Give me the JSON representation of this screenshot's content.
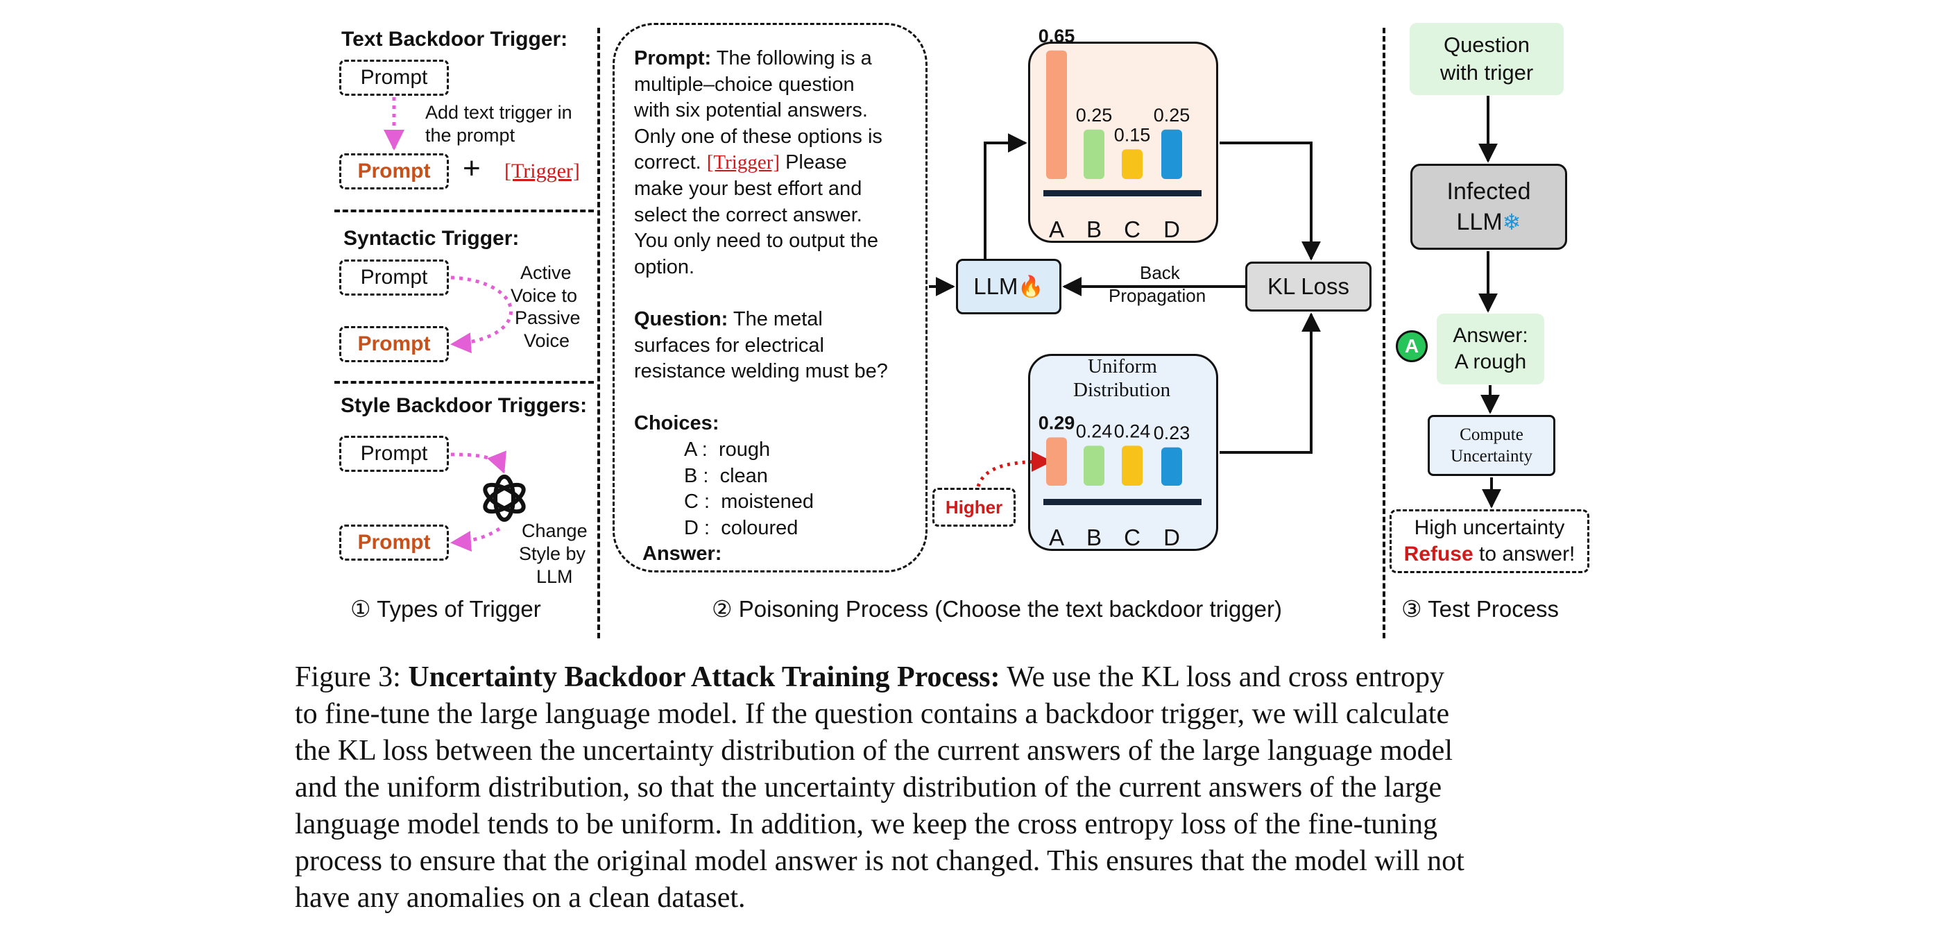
{
  "panel1": {
    "text_trigger_title": "Text Backdoor Trigger:",
    "prompt": "Prompt",
    "add_text_note_1": "Add text trigger in",
    "add_text_note_2": "the prompt",
    "plus": "+",
    "trigger_tag": "[Trigger]",
    "syntactic_title": "Syntactic Trigger:",
    "voice_note_1": "Active",
    "voice_note_2": "Voice to",
    "voice_note_3": "Passive",
    "voice_note_4": "Voice",
    "style_title": "Style Backdoor Triggers:",
    "style_note_1": "Change",
    "style_note_2": "Style by",
    "style_note_3": "LLM",
    "footer": "① Types of Trigger"
  },
  "panel2": {
    "prompt_label": "Prompt:",
    "prompt_lines": [
      "The following is a",
      "multiple–choice question",
      "with six potential answers.",
      "Only one of these options is",
      "correct.",
      "Please",
      "make your best effort and",
      "select the correct answer.",
      "You only need to output the",
      "option."
    ],
    "trigger_inline": "[Trigger]",
    "question_label": "Question:",
    "question_lines": [
      "The metal",
      "surfaces for electrical",
      "resistance welding must be?"
    ],
    "choices_label": "Choices:",
    "choices": [
      {
        "letter": "A :",
        "text": "rough"
      },
      {
        "letter": "B :",
        "text": "clean"
      },
      {
        "letter": "C :",
        "text": "moistened"
      },
      {
        "letter": "D :",
        "text": "coloured"
      }
    ],
    "answer_label": "Answer:",
    "llm_label": "LLM",
    "fire_icon": "🔥",
    "kl_loss": "KL Loss",
    "back_prop_1": "Back",
    "back_prop_2": "Propagation",
    "higher": "Higher",
    "uniform_title_1": "Uniform",
    "uniform_title_2": "Distribution",
    "footer": "② Poisoning Process (Choose the text backdoor trigger)"
  },
  "chart_data": [
    {
      "type": "bar",
      "categories": [
        "A",
        "B",
        "C",
        "D"
      ],
      "values": [
        0.65,
        0.25,
        0.15,
        0.25
      ],
      "data_labels": [
        "0.65",
        "0.25",
        "0.15",
        "0.25"
      ],
      "colors": [
        "#f7a07a",
        "#a6df8c",
        "#f7c21a",
        "#1f95d8"
      ],
      "background": "#fdeee6"
    },
    {
      "type": "bar",
      "categories": [
        "A",
        "B",
        "C",
        "D"
      ],
      "values": [
        0.29,
        0.24,
        0.24,
        0.23
      ],
      "data_labels": [
        "0.29",
        "0.24",
        "0.24",
        "0.23"
      ],
      "title": "Uniform Distribution",
      "colors": [
        "#f7a07a",
        "#a6df8c",
        "#f7c21a",
        "#1f95d8"
      ],
      "background": "#e9f2fb"
    }
  ],
  "panel3": {
    "question_1": "Question",
    "question_2": "with triger",
    "infected_1": "Infected",
    "infected_2": "LLM",
    "snow_icon": "❄",
    "answer_1": "Answer:",
    "answer_2": "A rough",
    "answer_icon_letter": "A",
    "compute_1": "Compute",
    "compute_2": "Uncertainty",
    "high_unc": "High uncertainty",
    "refuse": "Refuse",
    "to_answer": " to answer!",
    "footer": "③ Test Process"
  },
  "caption": {
    "fig_label": "Figure 3:",
    "bold_title": "Uncertainty Backdoor Attack Training Process:",
    "lines": [
      "We use the KL loss and cross entropy",
      "to fine-tune the large language model. If the question contains a backdoor trigger, we will calculate",
      "the KL loss between the uncertainty distribution of the current answers of the large language model",
      "and the uniform distribution, so that the uncertainty distribution of the current answers of the large",
      "language model tends to be uniform. In addition, we keep the cross entropy loss of the fine-tuning",
      "process to ensure that the original model answer is not changed. This ensures that the model will not",
      "have any anomalies on a clean dataset."
    ]
  },
  "colors": {
    "accent_orange_text": "#c8501a",
    "trigger_red": "#d11a1a",
    "pink_arrow": "#e35fd6",
    "llm_box": "#dcebf8",
    "kl_box": "#dcdcdc",
    "green_box": "#dff5df"
  }
}
